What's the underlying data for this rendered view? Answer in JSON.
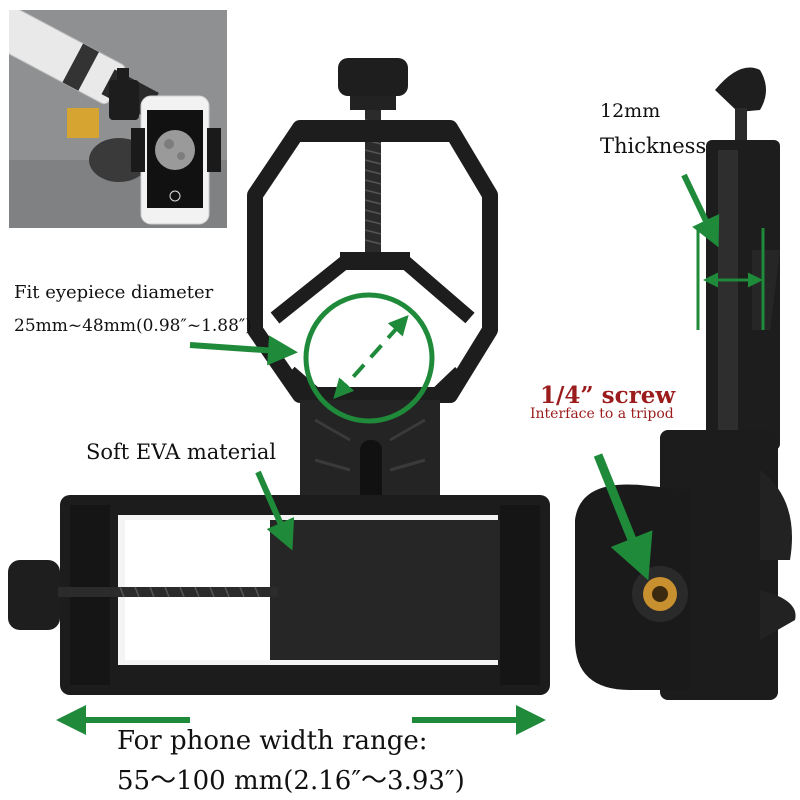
{
  "labels": {
    "thickness_value": "12mm",
    "thickness_word": "Thickness",
    "eyepiece_line1": "Fit eyepiece diameter",
    "eyepiece_line2": "25mm~48mm(0.98″~1.88″)",
    "eva": "Soft EVA material",
    "screw_title": "1/4” screw",
    "screw_sub": "Interface to a tripod",
    "width_line1": "For phone width range:",
    "width_line2": "55～100 mm(2.16″～3.93″)"
  },
  "colors": {
    "accent_green": "#1f8a3a",
    "screw_red": "#9b1c1c",
    "plastic_black": "#1c1c1c",
    "brass": "#c8902e"
  },
  "icons": [
    "telescope-inset-photo",
    "moon-on-phone-screen",
    "adapter-front-view",
    "adapter-side-view",
    "brass-screw-hole"
  ]
}
